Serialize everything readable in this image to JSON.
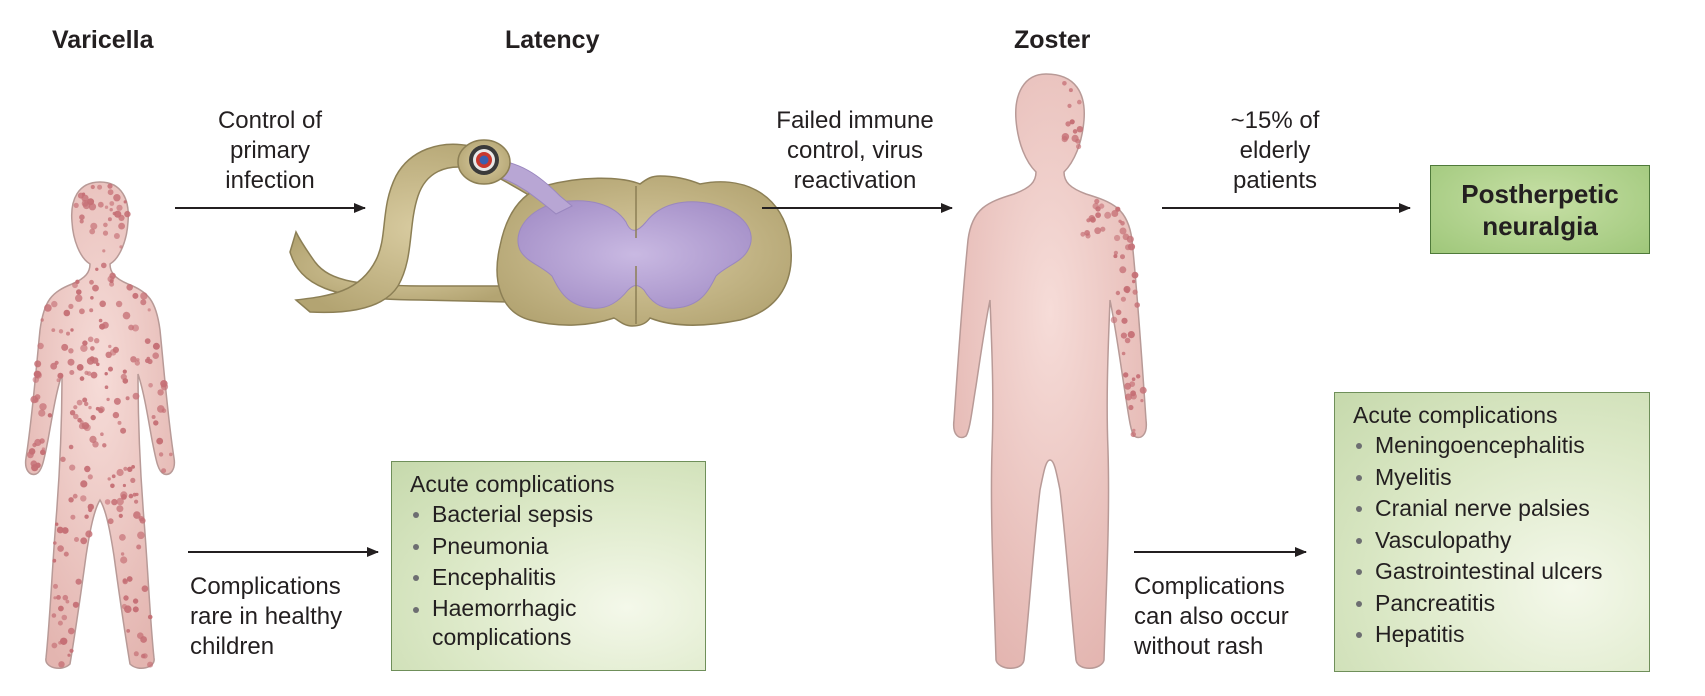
{
  "headings": {
    "varicella": "Varicella",
    "latency": "Latency",
    "zoster": "Zoster"
  },
  "arrows": {
    "primary_control": [
      "Control of",
      "primary",
      "infection"
    ],
    "reactivation": [
      "Failed immune",
      "control, virus",
      "reactivation"
    ],
    "elderly": [
      "~15% of",
      "elderly",
      "patients"
    ],
    "varicella_complications": [
      "Complications",
      "rare in healthy",
      "children"
    ],
    "zoster_complications": [
      "Complications",
      "can also occur",
      "without rash"
    ]
  },
  "outcome": {
    "label": [
      "Postherpetic",
      "neuralgia"
    ]
  },
  "varicella_box": {
    "title": "Acute complications",
    "items": [
      "Bacterial sepsis",
      "Pneumonia",
      "Encephalitis",
      "Haemorrhagic\ncomplications"
    ]
  },
  "zoster_box": {
    "title": "Acute complications",
    "items": [
      "Meningoencephalitis",
      "Myelitis",
      "Cranial nerve palsies",
      "Vasculopathy",
      "Gastrointestinal ulcers",
      "Pancreatitis",
      "Hepatitis"
    ]
  },
  "colors": {
    "skin": "#ecc7c3",
    "skin_outline": "#b89a97",
    "lesion": "#c56f75",
    "nerve": "#c8b98c",
    "grey_matter": "#b8a6d4",
    "box_green": "#d6e5bf",
    "outcome_green": "#a9cf86"
  }
}
